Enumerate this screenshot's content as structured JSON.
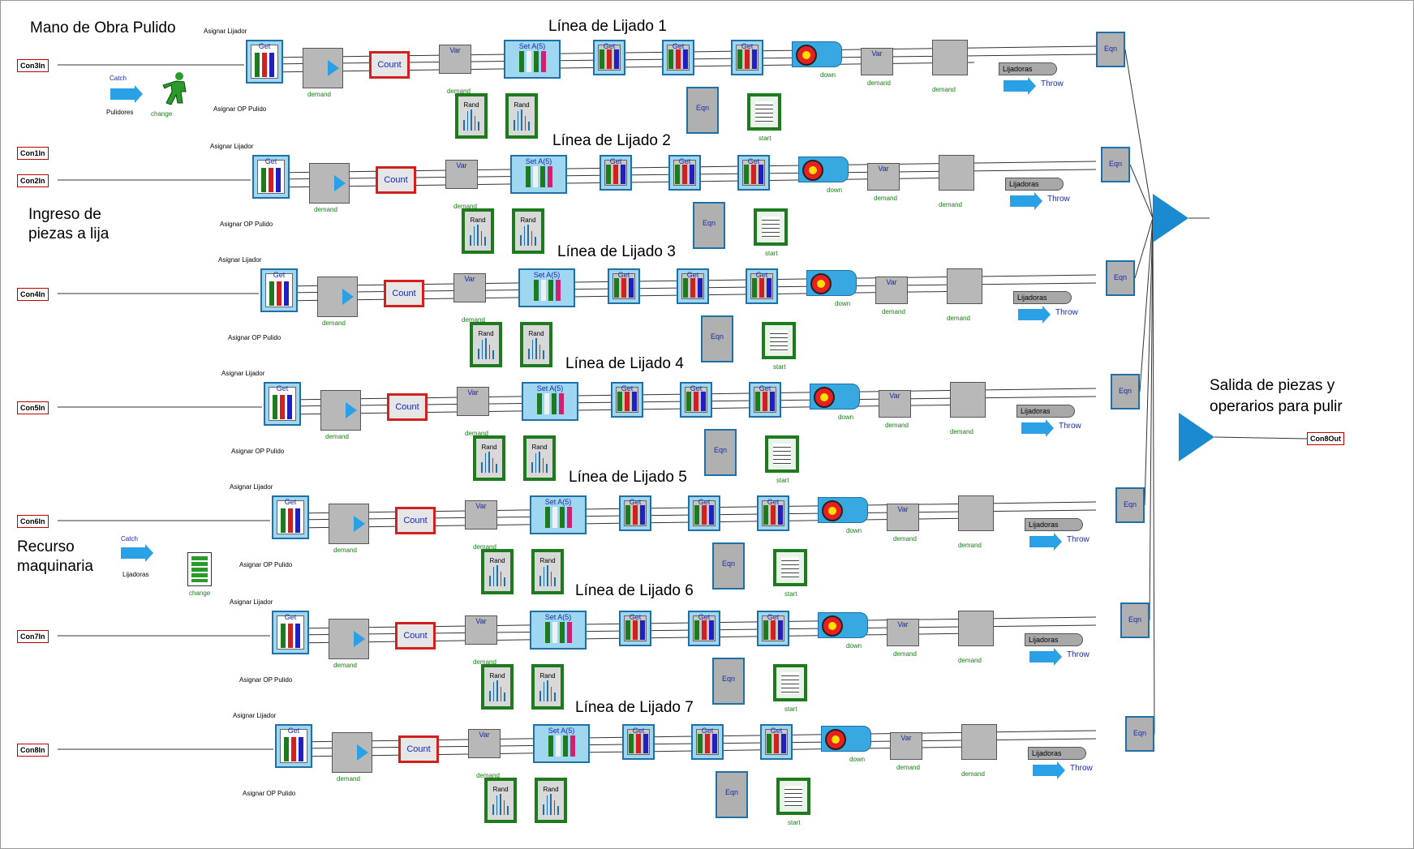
{
  "diagram_labels": {
    "mano_obra": "Mano de Obra Pulido",
    "ingreso": "Ingreso de piezas a lija",
    "recurso": "Recurso maquinaria",
    "salida": "Salida de piezas y operarios para pulir"
  },
  "lines": [
    {
      "title": "Línea de Lijado 1",
      "port": "Con3In"
    },
    {
      "title": "Línea de Lijado 2",
      "port": "Con2In"
    },
    {
      "title": "Línea de Lijado 3",
      "port": "Con4In"
    },
    {
      "title": "Línea de Lijado 4",
      "port": "Con5In"
    },
    {
      "title": "Línea de Lijado 5",
      "port": "Con6In"
    },
    {
      "title": "Línea de Lijado 6",
      "port": "Con7In"
    },
    {
      "title": "Línea de Lijado 7",
      "port": "Con8In"
    }
  ],
  "extra_ports": {
    "con1": "Con1In",
    "out": "Con8Out"
  },
  "block_labels": {
    "get": "Get",
    "set": "Set A(5)",
    "count": "Count",
    "var": "Var",
    "rand": "Rand",
    "eqn": "Eqn",
    "throw": "Throw",
    "lijadoras": "Lijadoras",
    "catch": "Catch",
    "pulidores": "Pulidores",
    "change": "change",
    "demand": "demand",
    "down": "down",
    "start": "start",
    "asignar_lijador": "Asignar Lijador",
    "asignar_op": "Asignar OP Pulido"
  },
  "colors": {
    "teal": "#1f6fa8",
    "green": "#1d7a1d",
    "red": "#d02020",
    "blue": "#2aa0e6"
  }
}
